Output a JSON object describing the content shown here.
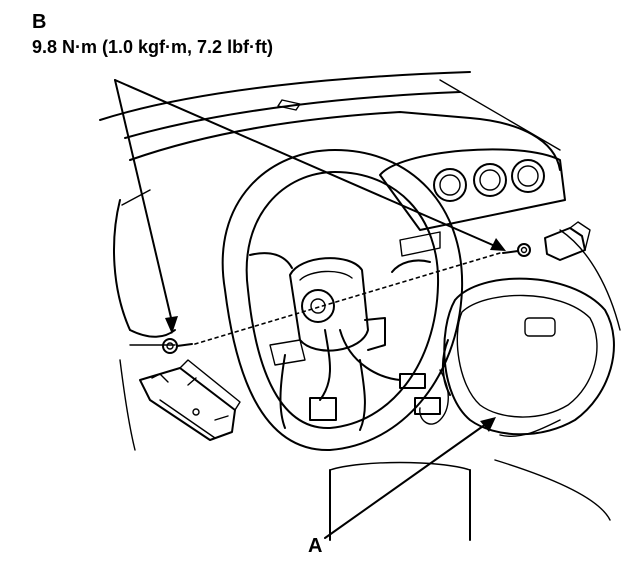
{
  "labels": {
    "b": "B",
    "torque": "9.8 N·m (1.0 kgf·m, 7.2 lbf·ft)",
    "a": "A"
  }
}
